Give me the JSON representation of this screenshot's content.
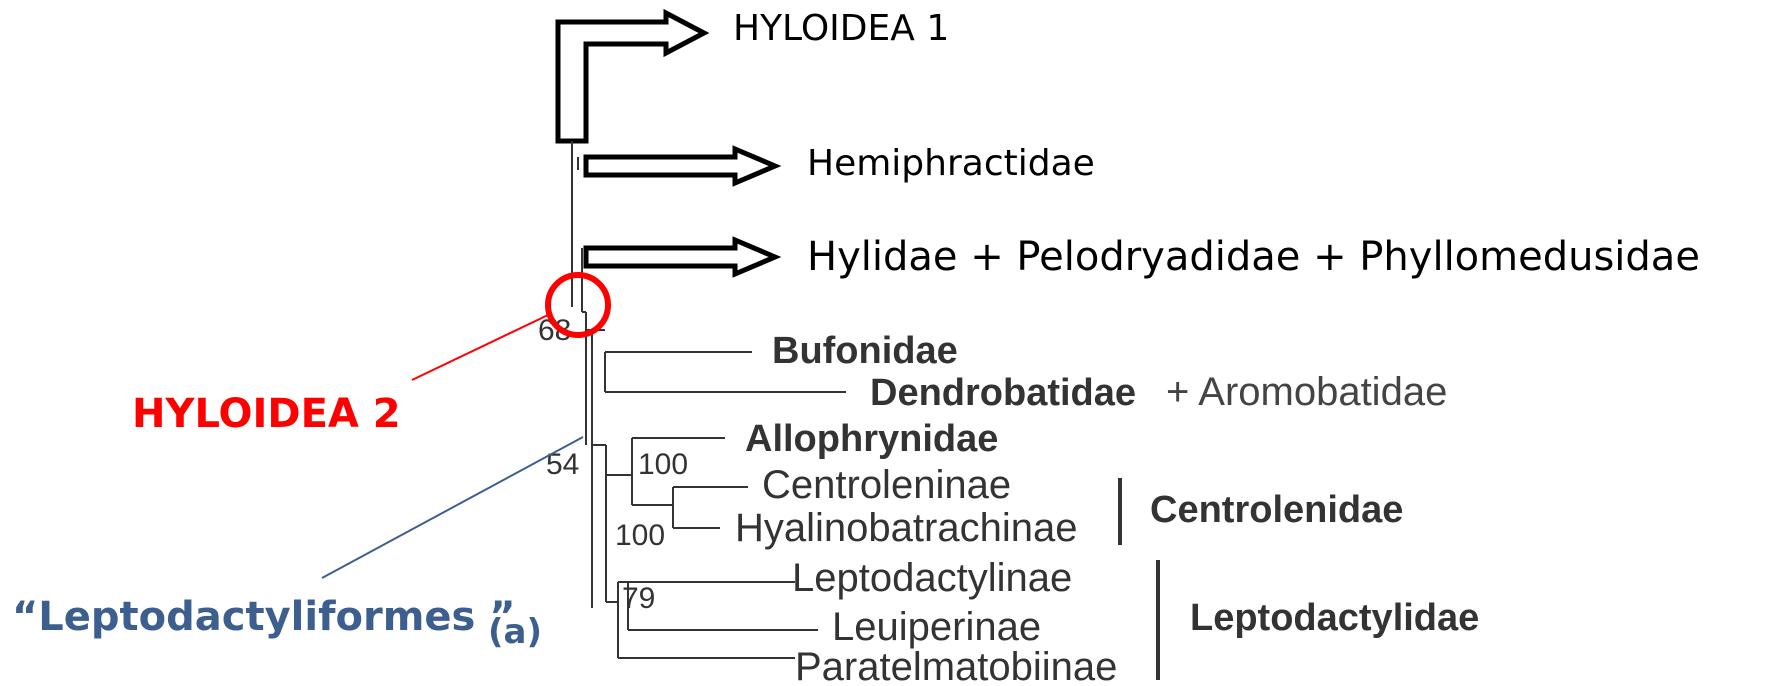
{
  "top_clades": [
    {
      "label": "HYLOIDEA 1"
    },
    {
      "label": "Hemiphractidae"
    },
    {
      "label": "Hylidae + Pelodryadidae + Phyllomedusidae"
    }
  ],
  "tree_taxa": {
    "bufonidae": "Bufonidae",
    "dendrobatidae": "Dendrobatidae",
    "aromobatidae": "+ Aromobatidae",
    "allophrynidae": "Allophrynidae",
    "centroleninae": "Centroleninae",
    "hyalinobatrachinae": "Hyalinobatrachinae",
    "leptodactylinae": "Leptodactylinae",
    "leuiperinae": "Leuiperinae",
    "paratelmatobiinae": "Paratelmatobiinae"
  },
  "families": {
    "centrolenidae": "Centrolenidae",
    "leptodactylidae": "Leptodactylidae"
  },
  "support_values": {
    "node_68": "68",
    "node_54": "54",
    "node_100_a": "100",
    "node_100_b": "100",
    "node_79": "79"
  },
  "annotations": {
    "hyloidea2": {
      "label": "HYLOIDEA 2",
      "color": "#ff0000"
    },
    "leptodactyliformes": {
      "label": "“Leptodactyliformes ”",
      "suffix": "(a)",
      "color": "#3d5f8f"
    }
  },
  "colors": {
    "tree": "#333333",
    "arrow": "#000000"
  }
}
